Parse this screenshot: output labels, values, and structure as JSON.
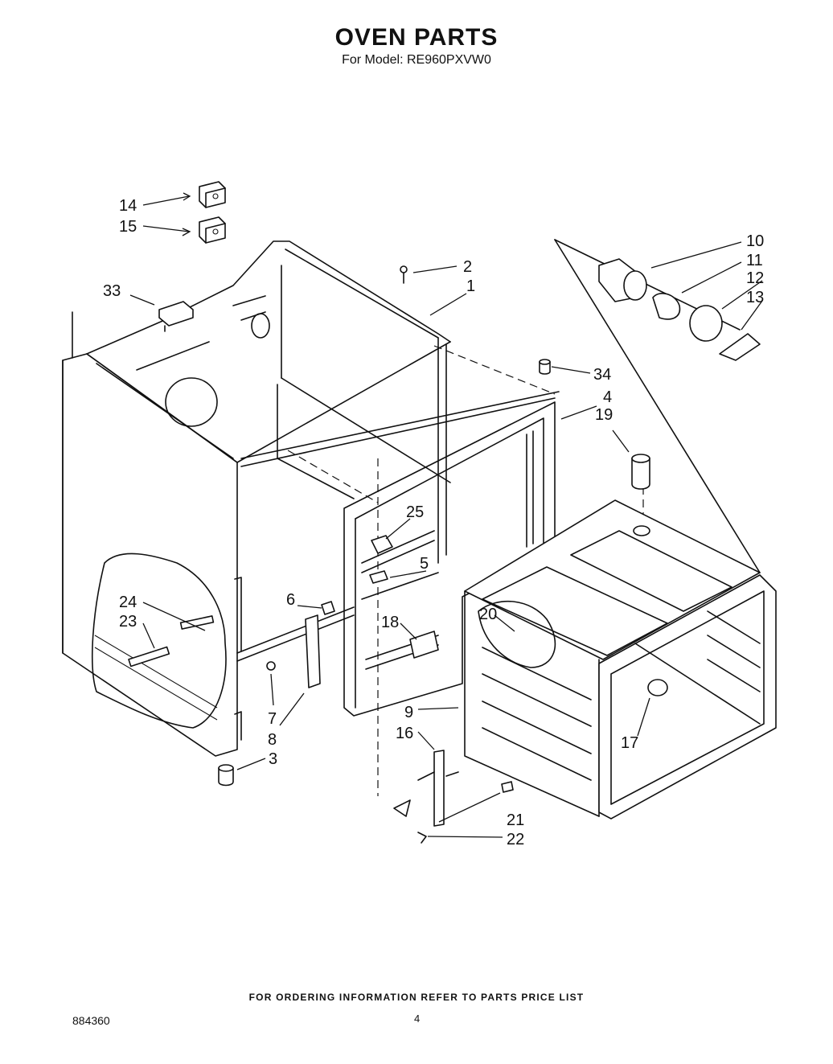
{
  "header": {
    "title": "OVEN PARTS",
    "model_line": "For Model: RE960PXVW0"
  },
  "callouts": {
    "c1": "1",
    "c2": "2",
    "c3": "3",
    "c4": "4",
    "c5": "5",
    "c6": "6",
    "c7": "7",
    "c8": "8",
    "c9": "9",
    "c10": "10",
    "c11": "11",
    "c12": "12",
    "c13": "13",
    "c14": "14",
    "c15": "15",
    "c16": "16",
    "c17": "17",
    "c18": "18",
    "c19": "19",
    "c20": "20",
    "c21": "21",
    "c22": "22",
    "c23": "23",
    "c24": "24",
    "c25": "25",
    "c33": "33",
    "c34": "34"
  },
  "footer": {
    "ordering_note": "FOR ORDERING INFORMATION REFER TO PARTS PRICE LIST",
    "doc_number": "884360",
    "page_number": "4"
  }
}
